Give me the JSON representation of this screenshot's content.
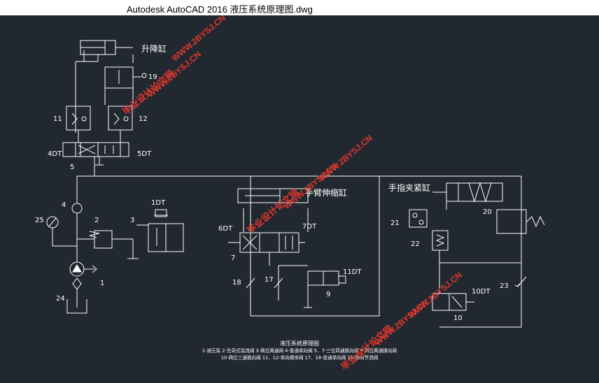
{
  "window": {
    "title": "Autodesk AutoCAD 2016     液压系统原理图.dwg"
  },
  "drawing": {
    "labels": {
      "lift_cylinder": "升降缸",
      "arm_cylinder": "手臂伸缩缸",
      "finger_cylinder": "手指夹紧缸",
      "n1": "1",
      "n1dt": "1DT",
      "n2": "2",
      "n3": "3",
      "n4": "4",
      "n4dt": "4DT",
      "n5": "5",
      "n5dt": "5DT",
      "n6dt": "6DT",
      "n7": "7",
      "n7dt": "7DT",
      "n9": "9",
      "n10": "10",
      "n10dt": "10DT",
      "n11": "11",
      "n11dt": "11DT",
      "n12": "12",
      "n17": "17",
      "n18": "18",
      "n19": "19",
      "n20": "20",
      "n21": "21",
      "n22": "22",
      "n23": "23",
      "n24": "24",
      "n25": "25"
    },
    "legend": {
      "title": "液压系统原理图",
      "line1": "1-液压泵 2-先导式溢流阀 3-两位两通阀 4-普通单向阀 5、7-三位四通换向阀 9-两位两通换向阀",
      "line2": "10-两位三通换向阀 11、12-单向顺序阀 17、18-普通单向阀 19-单向节流阀"
    },
    "watermarks": {
      "site_cn": "毕业设计论文网",
      "site_url": "WWW.2BYSJ.CN"
    },
    "colors": {
      "background": "#212830",
      "line": "#ffffff",
      "watermark": "#e0382e"
    }
  }
}
